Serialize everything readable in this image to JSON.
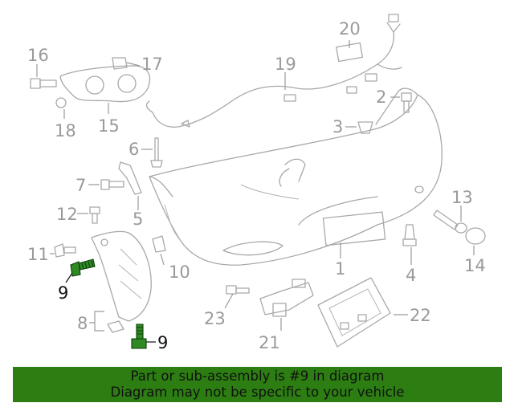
{
  "callouts": {
    "n1": "1",
    "n2": "2",
    "n3": "3",
    "n4": "4",
    "n5": "5",
    "n6": "6",
    "n7": "7",
    "n8": "8",
    "n9a": "9",
    "n9b": "9",
    "n10": "10",
    "n11": "11",
    "n12": "12",
    "n13": "13",
    "n14": "14",
    "n15": "15",
    "n16": "16",
    "n17": "17",
    "n18": "18",
    "n19": "19",
    "n20": "20",
    "n21": "21",
    "n22": "22",
    "n23": "23"
  },
  "highlight": {
    "part_number": "9",
    "color": "#2f8a24"
  },
  "banner": {
    "line1": "Part or sub-assembly is #9 in diagram",
    "line2": "Diagram may not be specific to your vehicle",
    "color": "#2c7e12"
  }
}
